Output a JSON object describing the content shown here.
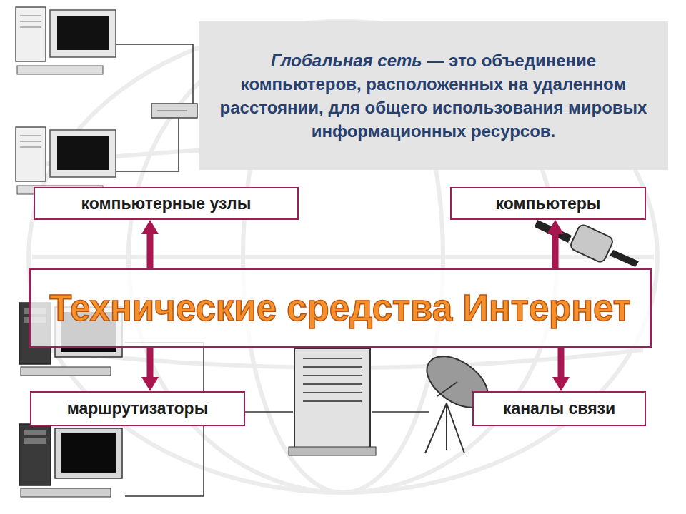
{
  "diagram": {
    "nodes": [
      {
        "text": [
          "Глобальная сеть",
          "— это объединение компьютеров, расположенных на удаленном расстоянии, для общего использования мировых информационных ресурсов."
        ]
      },
      {
        "text": [
          "компьютерные узлы"
        ]
      },
      {
        "text": [
          "компьютеры"
        ]
      },
      {
        "text": [
          "Технические средства Интернет"
        ]
      },
      {
        "text": [
          "маршрутизаторы"
        ]
      },
      {
        "text": [
          "каналы связи"
        ]
      }
    ],
    "edges": [
      {
        "from": 3,
        "to": 1,
        "arrow": "to"
      },
      {
        "from": 3,
        "to": 2,
        "arrow": "to"
      },
      {
        "from": 3,
        "to": 4,
        "arrow": "to"
      },
      {
        "from": 3,
        "to": 5,
        "arrow": "to"
      }
    ]
  }
}
